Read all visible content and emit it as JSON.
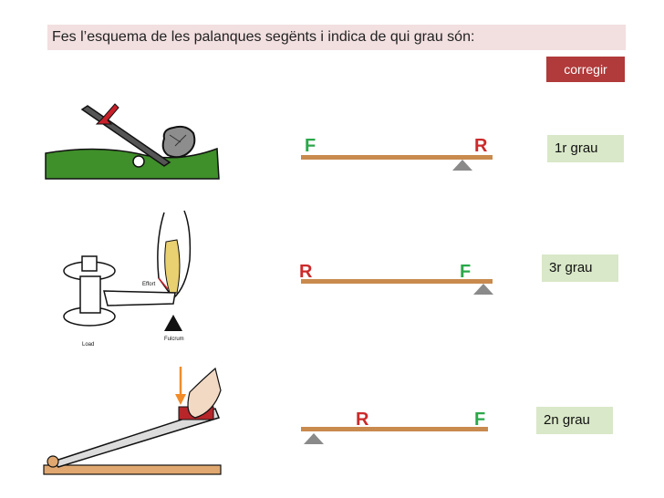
{
  "header": {
    "instruction": "Fes l’esquema de les palanques segënts i indica de qui grau són:"
  },
  "toolbar": {
    "correct_label": "corregir"
  },
  "rows": [
    {
      "answer": "1r grau",
      "left_label": "F",
      "right_label": "R"
    },
    {
      "answer": "3r grau",
      "left_label": "R",
      "right_label": "F"
    },
    {
      "answer": "2n grau",
      "left_label": "R",
      "right_label": "F"
    }
  ],
  "illustrations": {
    "elbow": {
      "effort_label": "Effort",
      "load_label": "Load",
      "fulcrum_label": "Fulcrum"
    }
  },
  "colors": {
    "effort_label": "#2aa84a",
    "resistance_label": "#cc2a2a",
    "beam": "#c98a4e",
    "fulcrum": "#8a8a8a",
    "answer_box": "#d9e8c8",
    "button": "#b13a3a",
    "header_band": "#f2dfe0"
  }
}
